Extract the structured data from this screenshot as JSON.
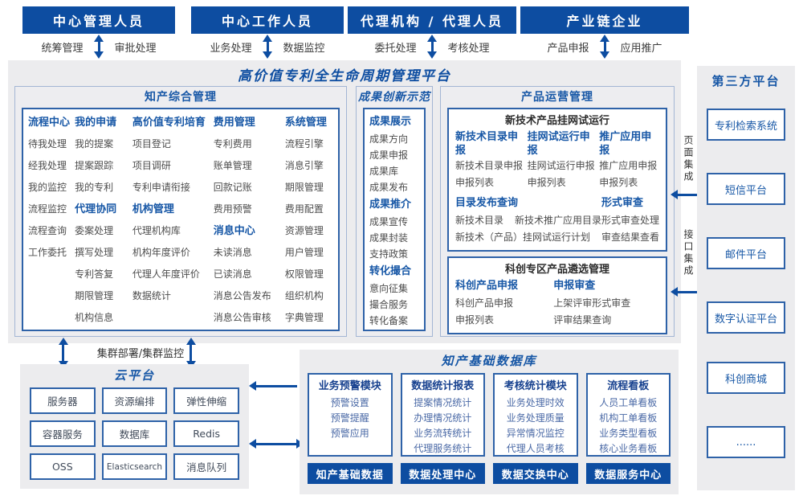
{
  "top_roles": [
    {
      "title": "中心管理人员",
      "left": "统筹管理",
      "right": "审批处理"
    },
    {
      "title": "中心工作人员",
      "left": "业务处理",
      "right": "数据监控"
    },
    {
      "title": "代理机构 / 代理人员",
      "left": "委托处理",
      "right": "考核处理"
    },
    {
      "title": "产业链企业",
      "left": "产品申报",
      "right": "应用推广"
    }
  ],
  "platform_title": "高价值专利全生命周期管理平台",
  "comprehensive": {
    "title": "知产综合管理",
    "col1": {
      "h1": "流程中心",
      "items": [
        "待我处理",
        "经我处理",
        "我的监控",
        "流程监控",
        "流程查询",
        "工作委托"
      ]
    },
    "col2": {
      "h1": "我的申请",
      "items1": [
        "我的提案",
        "提案跟踪",
        "我的专利"
      ],
      "h2": "代理协同",
      "items2": [
        "委案处理",
        "撰写处理",
        "专利答复",
        "期限管理",
        "机构信息"
      ]
    },
    "col3": {
      "h1": "高价值专利培育",
      "items1": [
        "项目登记",
        "项目调研",
        "专利申请衔接"
      ],
      "h2": "机构管理",
      "items2": [
        "代理机构库",
        "机构年度评价",
        "代理人年度评价",
        "数据统计"
      ]
    },
    "col4": {
      "h1": "费用管理",
      "items1": [
        "专利费用",
        "账单管理",
        "回款记账",
        "费用预警"
      ],
      "h2": "消息中心",
      "items2": [
        "未读消息",
        "已读消息",
        "消息公告发布",
        "消息公告审核"
      ]
    },
    "col5": {
      "h1": "系统管理",
      "items": [
        "流程引擎",
        "消息引擎",
        "期限管理",
        "费用配置",
        "资源管理",
        "用户管理",
        "权限管理",
        "组织机构",
        "字典管理"
      ]
    }
  },
  "achievements": {
    "title": "成果创新示范",
    "g1": {
      "h": "成果展示",
      "items": [
        "成果方向",
        "成果申报",
        "成果库",
        "成果发布"
      ]
    },
    "g2": {
      "h": "成果推介",
      "items": [
        "成果宣传",
        "成果封装",
        "支持政策"
      ]
    },
    "g3": {
      "h": "转化撮合",
      "items": [
        "意向征集",
        "撮合服务",
        "转化备案"
      ]
    }
  },
  "product_ops": {
    "title": "产品运营管理",
    "trial": {
      "header": "新技术产品挂网试运行",
      "c1": {
        "h": "新技术目录申报",
        "items": [
          "新技术目录申报",
          "申报列表"
        ]
      },
      "c2": {
        "h": "挂网试运行申报",
        "items": [
          "挂网试运行申报",
          "申报列表"
        ]
      },
      "c3": {
        "h": "推广应用申报",
        "items": [
          "推广应用申报",
          "申报列表"
        ]
      },
      "catalog": {
        "h": "目录发布查询",
        "row1a": "新技术目录",
        "row1b": "新技术推广应用目录",
        "row2": "新技术（产品）挂网试运行计划"
      },
      "review": {
        "h": "形式审查",
        "items": [
          "形式审查处理",
          "审查结果查看"
        ]
      }
    },
    "selection": {
      "header": "科创专区产品遴选管理",
      "c1": {
        "h": "科创产品申报",
        "items": [
          "科创产品申报",
          "申报列表"
        ]
      },
      "c2": {
        "h": "申报审查",
        "items": [
          "上架评审形式审查",
          "评审结果查询"
        ]
      }
    }
  },
  "integration": {
    "page": "页面集成",
    "api": "接口集成"
  },
  "third_party": {
    "title": "第三方平台",
    "items": [
      "专利检索系统",
      "短信平台",
      "邮件平台",
      "数字认证平台",
      "科创商城",
      "......"
    ]
  },
  "cluster_label": "集群部署/集群监控",
  "cloud": {
    "title": "云平台",
    "items": [
      "服务器",
      "资源编排",
      "弹性伸缩",
      "容器服务",
      "数据库",
      "Redis",
      "OSS",
      "Elasticsearch",
      "消息队列"
    ]
  },
  "data_platform": {
    "title": "知产基础数据库",
    "modules": [
      {
        "h": "业务预警模块",
        "items": [
          "预警设置",
          "预警提醒",
          "预警应用"
        ],
        "footer": "知产基础数据"
      },
      {
        "h": "数据统计报表",
        "items": [
          "提案情况统计",
          "办理情况统计",
          "业务流转统计",
          "代理服务统计"
        ],
        "footer": "数据处理中心"
      },
      {
        "h": "考核统计模块",
        "items": [
          "业务处理时效",
          "业务处理质量",
          "异常情况监控",
          "代理人员考核"
        ],
        "footer": "数据交换中心"
      },
      {
        "h": "流程看板",
        "items": [
          "人员工单看板",
          "机构工单看板",
          "业务类型看板",
          "核心业务看板"
        ],
        "footer": "数据服务中心"
      }
    ]
  },
  "colors": {
    "primary": "#0d4da1",
    "accent_text": "#1757a6",
    "panel_bg": "#ececee",
    "box_border": "#2e62a8"
  }
}
